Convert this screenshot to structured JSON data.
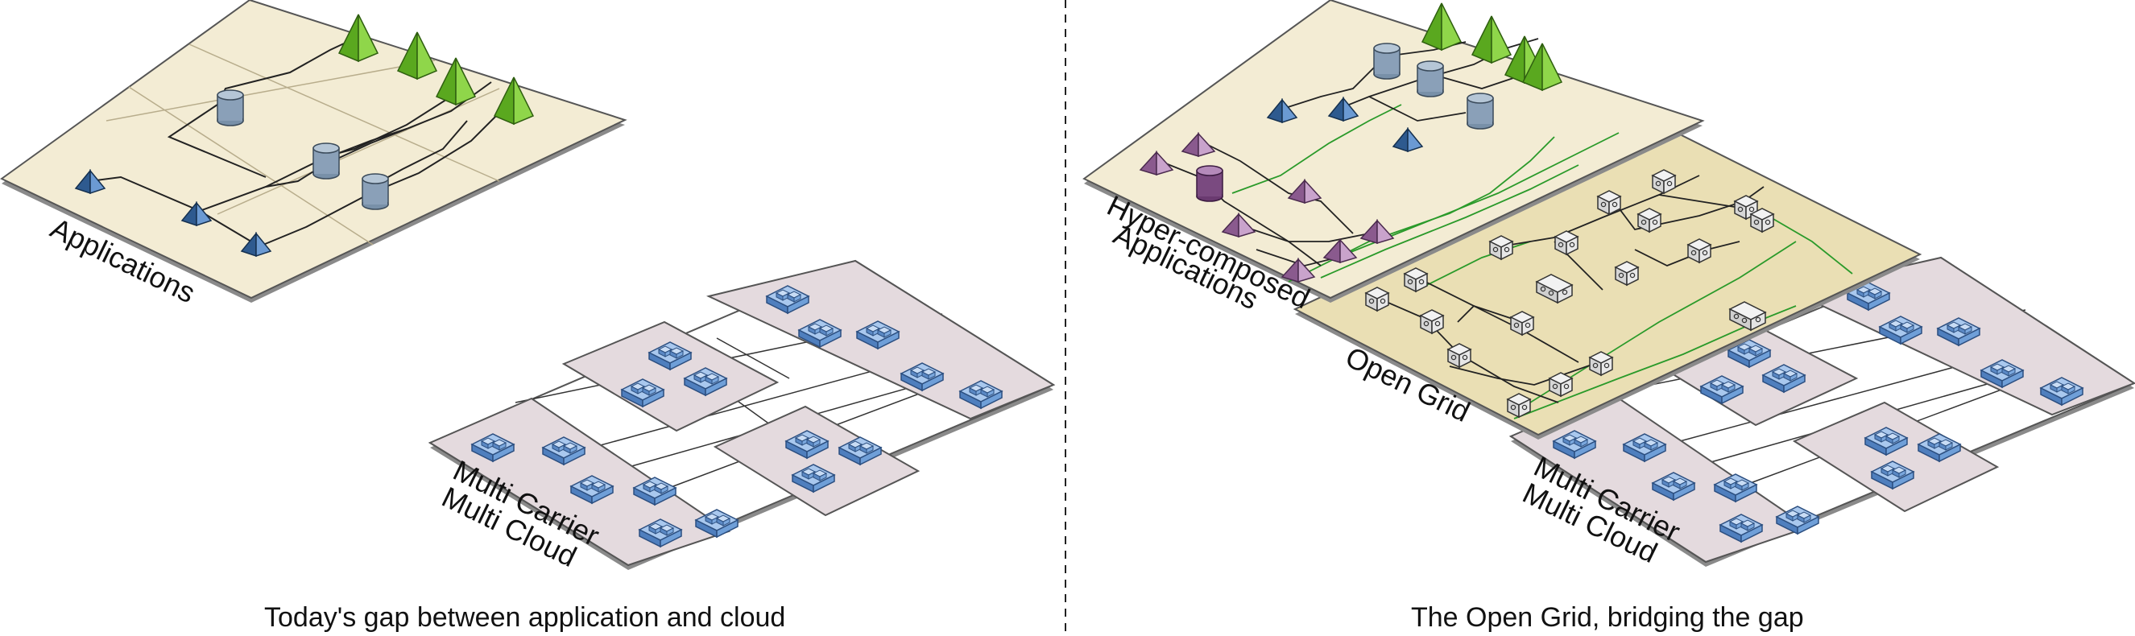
{
  "left_panel": {
    "caption": "Today's gap between application and cloud",
    "applications_label": "Applications",
    "cloud_label_line1": "Multi Carrier",
    "cloud_label_line2": "Multi Cloud"
  },
  "right_panel": {
    "caption": "The Open Grid, bridging the gap",
    "hyper_label_line1": "Hyper-composed",
    "hyper_label_line2": "Applications",
    "grid_label": "Open Grid",
    "cloud_label_line1": "Multi Carrier",
    "cloud_label_line2": "Multi Cloud"
  },
  "icons": {
    "application_node": "pyramid-icon",
    "database_node": "cylinder-icon",
    "cloud_block": "brick-block-icon",
    "grid_node": "cube-node-icon"
  },
  "colors": {
    "app_layer": "#f3ecd4",
    "grid_layer": "#eadfb4",
    "cloud_layer": "#e4dade",
    "green_node": "#6fc02c",
    "blue_node": "#4d7ab5",
    "purple_node": "#9b6f9e",
    "cylinder": "#8aa0b8",
    "brick": "#6f9fd8",
    "green_link": "#2a9a2a"
  }
}
